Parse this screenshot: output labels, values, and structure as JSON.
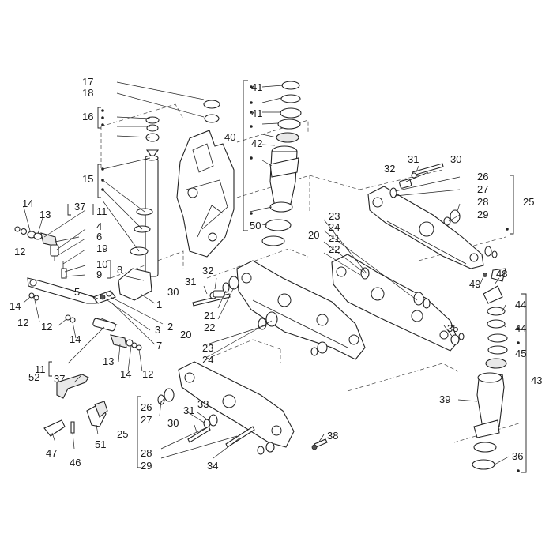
{
  "diagram": {
    "callouts": [
      {
        "id": "c17",
        "text": "17"
      },
      {
        "id": "c18",
        "text": "18"
      },
      {
        "id": "c16",
        "text": "16"
      },
      {
        "id": "c15",
        "text": "15"
      },
      {
        "id": "c14a",
        "text": "14"
      },
      {
        "id": "c13a",
        "text": "13"
      },
      {
        "id": "c37a",
        "text": "37"
      },
      {
        "id": "c11a",
        "text": "11"
      },
      {
        "id": "c12a",
        "text": "12"
      },
      {
        "id": "c4",
        "text": "4"
      },
      {
        "id": "c6",
        "text": "6"
      },
      {
        "id": "c19",
        "text": "19"
      },
      {
        "id": "c10",
        "text": "10"
      },
      {
        "id": "c8",
        "text": "8"
      },
      {
        "id": "c9",
        "text": "9"
      },
      {
        "id": "c5",
        "text": "5"
      },
      {
        "id": "c1",
        "text": "1"
      },
      {
        "id": "c2",
        "text": "2"
      },
      {
        "id": "c3",
        "text": "3"
      },
      {
        "id": "c7",
        "text": "7"
      },
      {
        "id": "c14b",
        "text": "14"
      },
      {
        "id": "c12b",
        "text": "12"
      },
      {
        "id": "c12c",
        "text": "12"
      },
      {
        "id": "c14c",
        "text": "14"
      },
      {
        "id": "c13b",
        "text": "13"
      },
      {
        "id": "c14d",
        "text": "14"
      },
      {
        "id": "c12d",
        "text": "12"
      },
      {
        "id": "c11b",
        "text": "11"
      },
      {
        "id": "c37b",
        "text": "37"
      },
      {
        "id": "c41a",
        "text": "41"
      },
      {
        "id": "c41b",
        "text": "41"
      },
      {
        "id": "c40",
        "text": "40"
      },
      {
        "id": "c42",
        "text": "42"
      },
      {
        "id": "c50",
        "text": "50"
      },
      {
        "id": "c20a",
        "text": "20"
      },
      {
        "id": "c31a",
        "text": "31"
      },
      {
        "id": "c30a",
        "text": "30"
      },
      {
        "id": "c32a",
        "text": "32"
      },
      {
        "id": "c26a",
        "text": "26"
      },
      {
        "id": "c27a",
        "text": "27"
      },
      {
        "id": "c25a",
        "text": "25"
      },
      {
        "id": "c28a",
        "text": "28"
      },
      {
        "id": "c29a",
        "text": "29"
      },
      {
        "id": "c23a",
        "text": "23"
      },
      {
        "id": "c24a",
        "text": "24"
      },
      {
        "id": "c21a",
        "text": "21"
      },
      {
        "id": "c22a",
        "text": "22"
      },
      {
        "id": "c32b",
        "text": "32"
      },
      {
        "id": "c31b",
        "text": "31"
      },
      {
        "id": "c30b",
        "text": "30"
      },
      {
        "id": "c21b",
        "text": "21"
      },
      {
        "id": "c22b",
        "text": "22"
      },
      {
        "id": "c20b",
        "text": "20"
      },
      {
        "id": "c23b",
        "text": "23"
      },
      {
        "id": "c24b",
        "text": "24"
      },
      {
        "id": "c35",
        "text": "35"
      },
      {
        "id": "c49",
        "text": "49"
      },
      {
        "id": "c48",
        "text": "48"
      },
      {
        "id": "c44a",
        "text": "44"
      },
      {
        "id": "c44b",
        "text": "44"
      },
      {
        "id": "c45",
        "text": "45"
      },
      {
        "id": "c43",
        "text": "43"
      },
      {
        "id": "c39",
        "text": "39"
      },
      {
        "id": "c36",
        "text": "36"
      },
      {
        "id": "c38",
        "text": "38"
      },
      {
        "id": "c52",
        "text": "52"
      },
      {
        "id": "c47",
        "text": "47"
      },
      {
        "id": "c46",
        "text": "46"
      },
      {
        "id": "c51",
        "text": "51"
      },
      {
        "id": "c26b",
        "text": "26"
      },
      {
        "id": "c27b",
        "text": "27"
      },
      {
        "id": "c25b",
        "text": "25"
      },
      {
        "id": "c31c",
        "text": "31"
      },
      {
        "id": "c33",
        "text": "33"
      },
      {
        "id": "c30c",
        "text": "30"
      },
      {
        "id": "c28b",
        "text": "28"
      },
      {
        "id": "c29b",
        "text": "29"
      },
      {
        "id": "c34",
        "text": "34"
      }
    ]
  }
}
